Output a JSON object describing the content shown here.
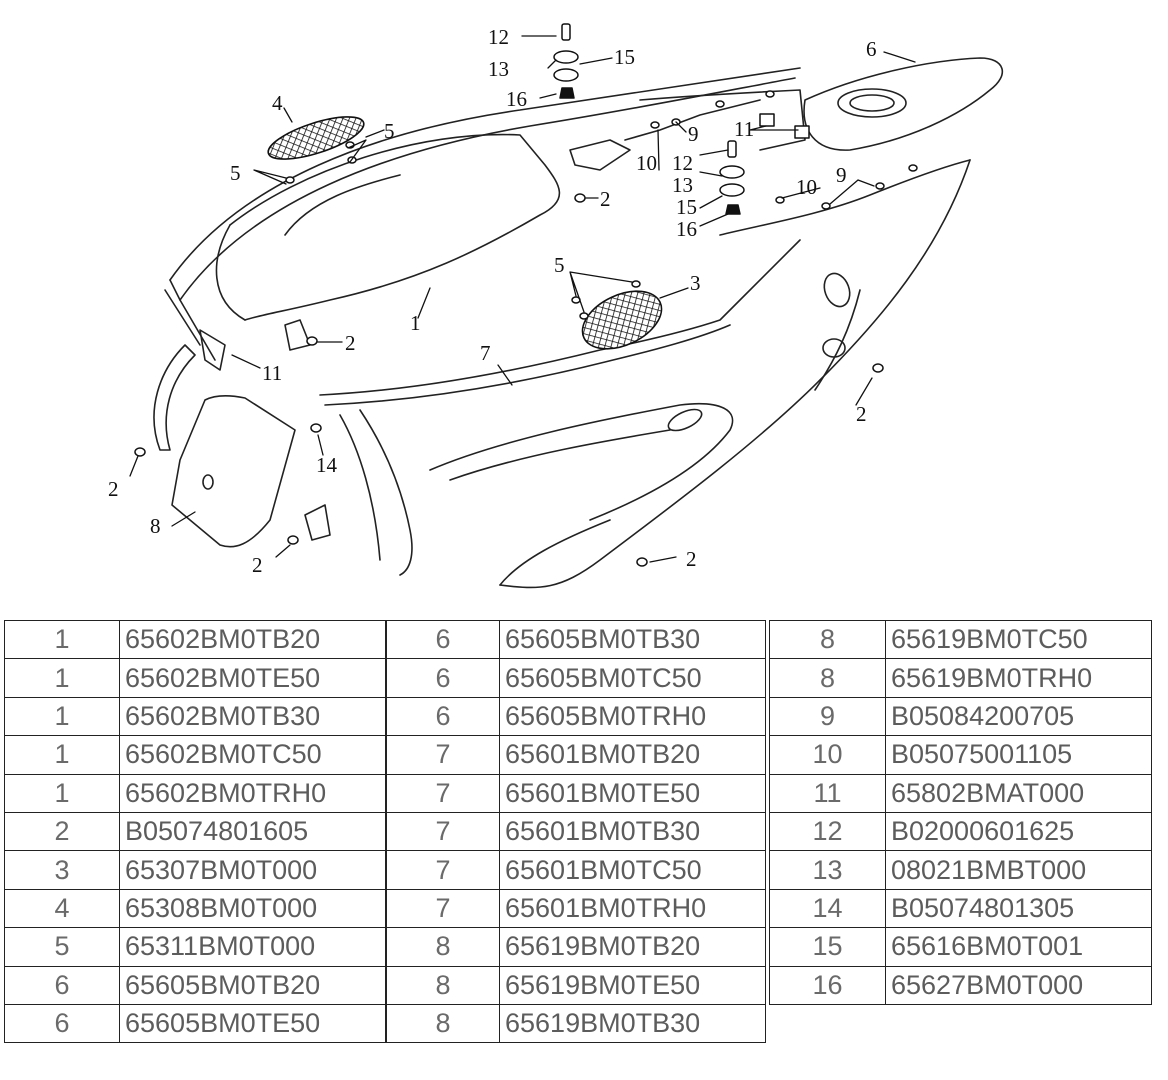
{
  "diagram": {
    "callouts": [
      "1",
      "2",
      "2",
      "2",
      "2",
      "2",
      "2",
      "3",
      "4",
      "5",
      "5",
      "5",
      "6",
      "7",
      "8",
      "9",
      "9",
      "10",
      "10",
      "11",
      "11",
      "12",
      "12",
      "13",
      "13",
      "14",
      "15",
      "15",
      "16",
      "16"
    ]
  },
  "parts_table": {
    "columns": [
      {
        "rows": [
          {
            "ref": "1",
            "part_no": "65602BM0TB20"
          },
          {
            "ref": "1",
            "part_no": "65602BM0TE50"
          },
          {
            "ref": "1",
            "part_no": "65602BM0TB30"
          },
          {
            "ref": "1",
            "part_no": "65602BM0TC50"
          },
          {
            "ref": "1",
            "part_no": "65602BM0TRH0"
          },
          {
            "ref": "2",
            "part_no": "B05074801605"
          },
          {
            "ref": "3",
            "part_no": "65307BM0T000"
          },
          {
            "ref": "4",
            "part_no": "65308BM0T000"
          },
          {
            "ref": "5",
            "part_no": "65311BM0T000"
          },
          {
            "ref": "6",
            "part_no": "65605BM0TB20"
          },
          {
            "ref": "6",
            "part_no": "65605BM0TE50"
          }
        ]
      },
      {
        "rows": [
          {
            "ref": "6",
            "part_no": "65605BM0TB30"
          },
          {
            "ref": "6",
            "part_no": "65605BM0TC50"
          },
          {
            "ref": "6",
            "part_no": "65605BM0TRH0"
          },
          {
            "ref": "7",
            "part_no": "65601BM0TB20"
          },
          {
            "ref": "7",
            "part_no": "65601BM0TE50"
          },
          {
            "ref": "7",
            "part_no": "65601BM0TB30"
          },
          {
            "ref": "7",
            "part_no": "65601BM0TC50"
          },
          {
            "ref": "7",
            "part_no": "65601BM0TRH0"
          },
          {
            "ref": "8",
            "part_no": "65619BM0TB20"
          },
          {
            "ref": "8",
            "part_no": "65619BM0TE50"
          },
          {
            "ref": "8",
            "part_no": "65619BM0TB30"
          }
        ]
      },
      {
        "rows": [
          {
            "ref": "8",
            "part_no": "65619BM0TC50"
          },
          {
            "ref": "8",
            "part_no": "65619BM0TRH0"
          },
          {
            "ref": "9",
            "part_no": "B05084200705"
          },
          {
            "ref": "10",
            "part_no": "B05075001105"
          },
          {
            "ref": "11",
            "part_no": "65802BMAT000"
          },
          {
            "ref": "12",
            "part_no": "B02000601625"
          },
          {
            "ref": "13",
            "part_no": "08021BMBT000"
          },
          {
            "ref": "14",
            "part_no": "B05074801305"
          },
          {
            "ref": "15",
            "part_no": "65616BM0T001"
          },
          {
            "ref": "16",
            "part_no": "65627BM0T000"
          }
        ]
      }
    ]
  }
}
